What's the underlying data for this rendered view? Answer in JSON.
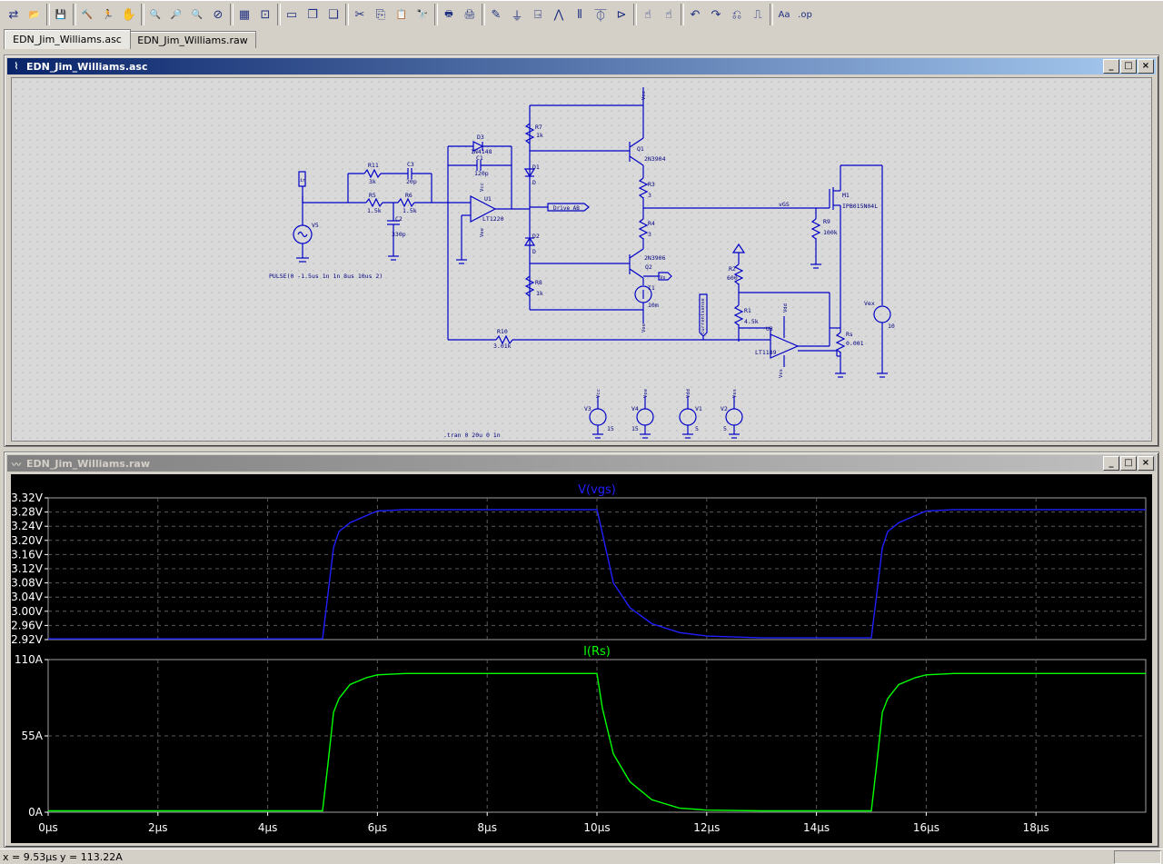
{
  "toolbar": {
    "buttons": [
      {
        "icon": "new-schematic-icon",
        "glyph": "⇄"
      },
      {
        "icon": "open-icon",
        "glyph": "📂"
      },
      {
        "icon": "save-icon",
        "glyph": "💾"
      },
      {
        "icon": "control-panel-icon",
        "glyph": "🔨"
      },
      {
        "icon": "run-icon",
        "glyph": "🏃"
      },
      {
        "icon": "halt-icon",
        "glyph": "✋"
      },
      {
        "icon": "zoom-area-icon",
        "glyph": "🔍"
      },
      {
        "icon": "pan-icon",
        "glyph": "🔎"
      },
      {
        "icon": "zoom-back-icon",
        "glyph": "🔍"
      },
      {
        "icon": "zoom-fit-icon",
        "glyph": "⊘"
      },
      {
        "icon": "autorange-icon",
        "glyph": "▦"
      },
      {
        "icon": "fit-icon",
        "glyph": "⊡"
      },
      {
        "icon": "tile-horizontal-icon",
        "glyph": "▭"
      },
      {
        "icon": "cascade-icon",
        "glyph": "❐"
      },
      {
        "icon": "tile-vertical-icon",
        "glyph": "❑"
      },
      {
        "icon": "cut-icon",
        "glyph": "✂"
      },
      {
        "icon": "copy-icon",
        "glyph": "⎘"
      },
      {
        "icon": "paste-icon",
        "glyph": "📋"
      },
      {
        "icon": "find-icon",
        "glyph": "🔭"
      },
      {
        "icon": "print-setup-icon",
        "glyph": "🖶"
      },
      {
        "icon": "print-icon",
        "glyph": "🖨"
      },
      {
        "icon": "draw-wire-icon",
        "glyph": "✎"
      },
      {
        "icon": "ground-icon",
        "glyph": "⏚"
      },
      {
        "icon": "label-net-icon",
        "glyph": "⍈"
      },
      {
        "icon": "resistor-icon",
        "glyph": "⋀"
      },
      {
        "icon": "capacitor-icon",
        "glyph": "⫴"
      },
      {
        "icon": "diode-icon",
        "glyph": "⏁"
      },
      {
        "icon": "component-icon",
        "glyph": "⊳"
      },
      {
        "icon": "move-icon",
        "glyph": "☝"
      },
      {
        "icon": "drag-icon",
        "glyph": "☝"
      },
      {
        "icon": "undo-icon",
        "glyph": "↶"
      },
      {
        "icon": "redo-icon",
        "glyph": "↷"
      },
      {
        "icon": "rotate-icon",
        "glyph": "⎌"
      },
      {
        "icon": "mirror-icon",
        "glyph": "⎍"
      },
      {
        "icon": "text-icon",
        "glyph": "Aa"
      },
      {
        "icon": "spice-directive-icon",
        "glyph": ".op"
      }
    ]
  },
  "tabs": [
    {
      "label": "EDN_Jim_Williams.asc"
    },
    {
      "label": "EDN_Jim_Williams.raw"
    }
  ],
  "schematic_window": {
    "title": "EDN_Jim_Williams.asc"
  },
  "plot_window": {
    "title": "EDN_Jim_Williams.raw"
  },
  "schematic": {
    "labels": {
      "pulse": "PULSE(0 -1.5us 1n 1n 8us 10us 2)",
      "tran": ".tran 0 20u 0 1n",
      "in": "in",
      "R11": "R11",
      "R11v": "3k",
      "C3": "C3",
      "C3v": "20p",
      "R5": "R5",
      "R5v": "1.5k",
      "R6": "R6",
      "R6v": "1.5k",
      "C2": "C2",
      "C2v": "330p",
      "V5": "V5",
      "D3": "D3",
      "D3v": "1N4148",
      "C1": "C1",
      "C1v": "120p",
      "U1": "U1",
      "U1v": "LT1220",
      "D1": "D1",
      "D1v": "D",
      "D2": "D2",
      "D2v": "D",
      "R7": "R7",
      "R7v": "1k",
      "R8": "R8",
      "R8v": "1k",
      "Q1": "Q1",
      "Q1v": "2N3904",
      "Q2": "Q2",
      "Q2v": "2N3906",
      "R3": "R3",
      "R3v": "3",
      "R4": "R4",
      "R4v": "3",
      "I1": "I1",
      "I1v": "10m",
      "M1": "M1",
      "M1v": "IPB015N04L",
      "R9": "R9",
      "R9v": "100k",
      "vGS": "vGS",
      "drive": "Drive_AB",
      "vs": "Vs",
      "R2": "R2",
      "R2v": "600",
      "R1": "R1",
      "R1v": "4.5k",
      "U3": "U3",
      "U3v": "LT1189",
      "Rs": "Rs",
      "Rsv": "0.001",
      "Vex": "Vex",
      "Vexv": "10",
      "R10": "R10",
      "R10v": "3.01k",
      "currentsense": "currentsense",
      "Vcc": "Vcc",
      "Vee": "Vee",
      "Vdd": "Vdd",
      "Vss": "Vss",
      "V3": "V3",
      "V3v": "15",
      "V4": "V4",
      "V4v": "15",
      "V1": "V1",
      "V1v": "5",
      "V2": "V2",
      "V2v": "5"
    }
  },
  "colors": {
    "wire": "#0000c8",
    "trace_vgs": "#2020ff",
    "trace_irs": "#00ff00",
    "grid": "#5a5a5a",
    "axis_text": "#ffffff"
  },
  "chart_data": [
    {
      "type": "line",
      "title": "V(vgs)",
      "xlabel": "",
      "ylabel": "",
      "ylim": [
        2.92,
        3.32
      ],
      "xlim": [
        0,
        20
      ],
      "y_ticks": [
        "3.32V",
        "3.28V",
        "3.24V",
        "3.20V",
        "3.16V",
        "3.12V",
        "3.08V",
        "3.04V",
        "3.00V",
        "2.96V",
        "2.92V"
      ],
      "grid": true,
      "series": [
        {
          "name": "V(vgs)",
          "x": [
            0,
            5.0,
            5.1,
            5.2,
            5.3,
            5.5,
            5.8,
            6.0,
            6.5,
            8,
            10.0,
            10.1,
            10.3,
            10.6,
            11.0,
            11.5,
            12,
            13,
            15.0,
            15.1,
            15.2,
            15.3,
            15.5,
            15.8,
            16.0,
            16.5,
            20
          ],
          "y": [
            2.922,
            2.922,
            3.05,
            3.18,
            3.225,
            3.25,
            3.27,
            3.283,
            3.287,
            3.287,
            3.287,
            3.22,
            3.08,
            3.01,
            2.965,
            2.94,
            2.93,
            2.925,
            2.925,
            3.05,
            3.18,
            3.225,
            3.25,
            3.27,
            3.283,
            3.287,
            3.287
          ]
        }
      ]
    },
    {
      "type": "line",
      "title": "I(Rs)",
      "xlabel": "",
      "ylabel": "",
      "ylim": [
        0,
        110
      ],
      "xlim": [
        0,
        20
      ],
      "y_ticks": [
        "110A",
        "55A",
        "0A"
      ],
      "x_ticks": [
        "0µs",
        "2µs",
        "4µs",
        "6µs",
        "8µs",
        "10µs",
        "12µs",
        "14µs",
        "16µs",
        "18µs"
      ],
      "grid": true,
      "series": [
        {
          "name": "I(Rs)",
          "x": [
            0,
            5.0,
            5.1,
            5.2,
            5.3,
            5.5,
            5.8,
            6.0,
            6.5,
            8,
            10.0,
            10.1,
            10.3,
            10.6,
            11.0,
            11.5,
            12,
            13,
            15.0,
            15.1,
            15.2,
            15.3,
            15.5,
            15.8,
            16.0,
            16.5,
            20
          ],
          "y": [
            1,
            1,
            35,
            72,
            82,
            92,
            97,
            99,
            100,
            100,
            100,
            75,
            42,
            22,
            9,
            3,
            1.5,
            1,
            1,
            35,
            72,
            82,
            92,
            97,
            99,
            100,
            100
          ]
        }
      ]
    }
  ],
  "status": {
    "x": "x = 9.53µs",
    "y": "y = 113.22A"
  }
}
